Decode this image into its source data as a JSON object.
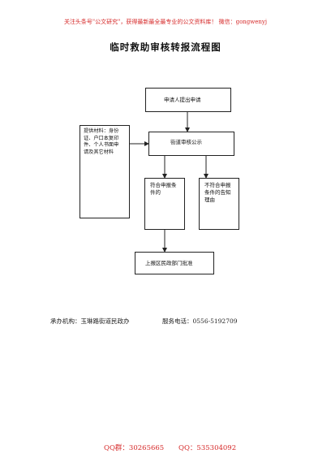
{
  "header": {
    "note": "关注头条号\"公文研究\"，获得最新最全最专业的公文资料库！ 微信：gongwenyj"
  },
  "title": "临时救助审核转报流程图",
  "flow": {
    "apply": "申请人提出申请",
    "review": "街道审核公示",
    "materials": [
      "提供材料：身份",
      "证、户口本复印",
      "件、个人书面申",
      "请及其它材料"
    ],
    "eligible": [
      "符合申报条",
      "件的"
    ],
    "ineligible": [
      "不符合申报",
      "条件的告知",
      "理由"
    ],
    "approve": "上报区民政部门批准"
  },
  "footer": {
    "org": "承办机构：玉琳路街道民政办",
    "phone": "服务电话：0556-5192709"
  },
  "contact": {
    "qq_group": "QQ群：30265665",
    "qq": "QQ：535304092"
  }
}
